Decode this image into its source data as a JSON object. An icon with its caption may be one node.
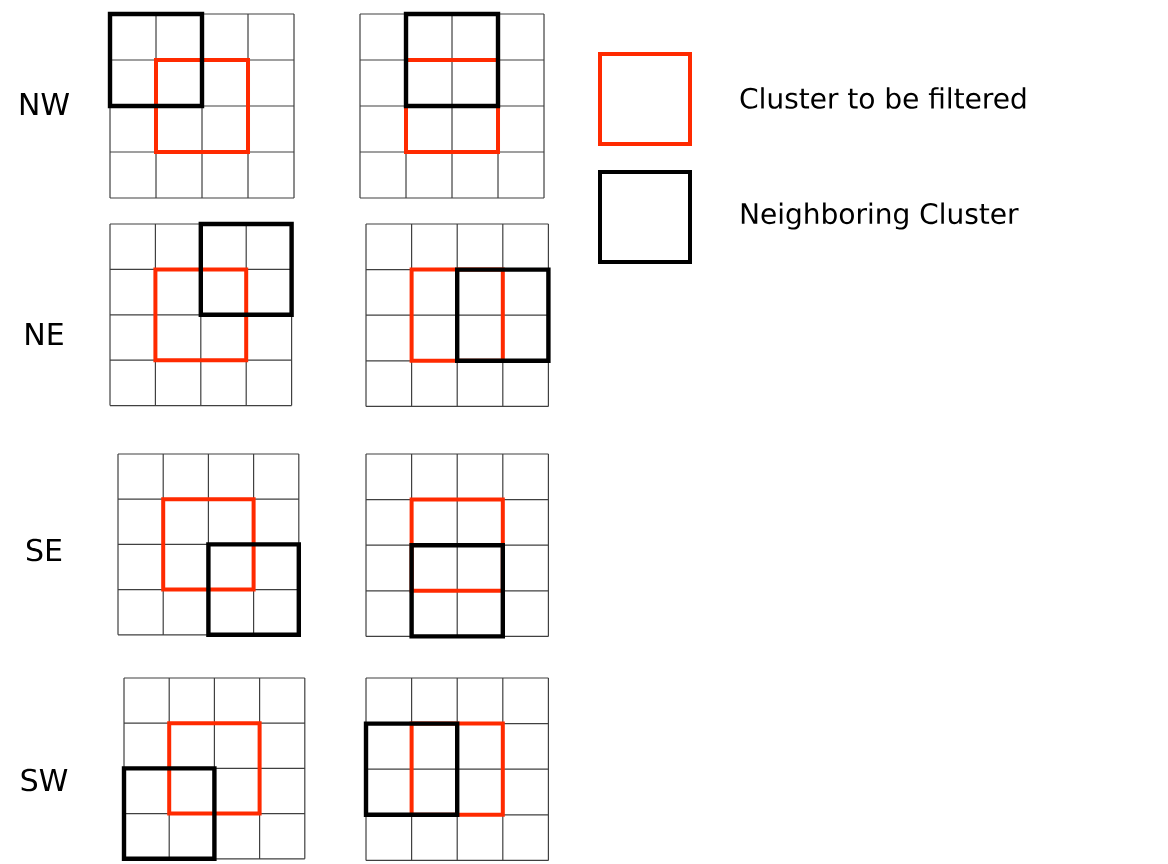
{
  "diagram": {
    "labels": [
      "NW",
      "NE",
      "SE",
      "SW"
    ],
    "legend": [
      {
        "text": "Cluster to be filtered",
        "color": "#ff2a00"
      },
      {
        "text": "Neighboring Cluster",
        "color": "#000000"
      }
    ]
  }
}
